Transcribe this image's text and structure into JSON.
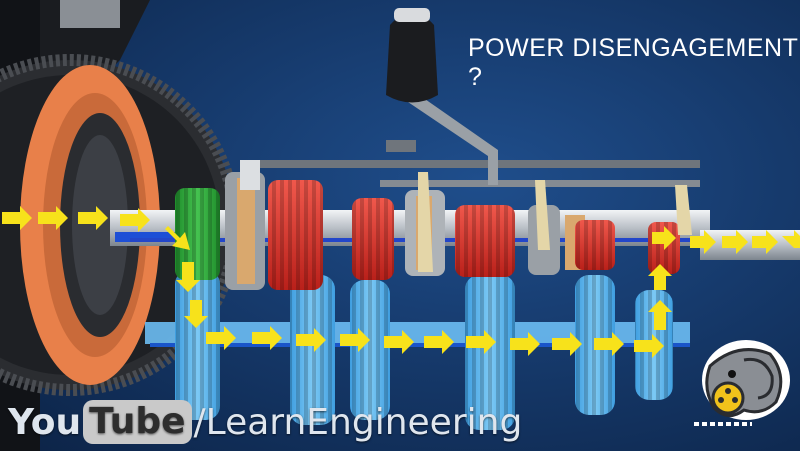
{
  "title": "POWER DISENGAGEMENT ?",
  "watermark": {
    "brand_you": "You",
    "brand_tube": "Tube",
    "channel": "/LearnEngineering"
  },
  "colors": {
    "background": "#163a6c",
    "flow_arrow": "#f7e21b",
    "green_gear": "#2fae3a",
    "red_gear": "#e3332b",
    "blue_gear": "#5fb8f0",
    "clutch_orange": "#e8804a"
  },
  "logo_icon": "elephant-film-reel-icon"
}
